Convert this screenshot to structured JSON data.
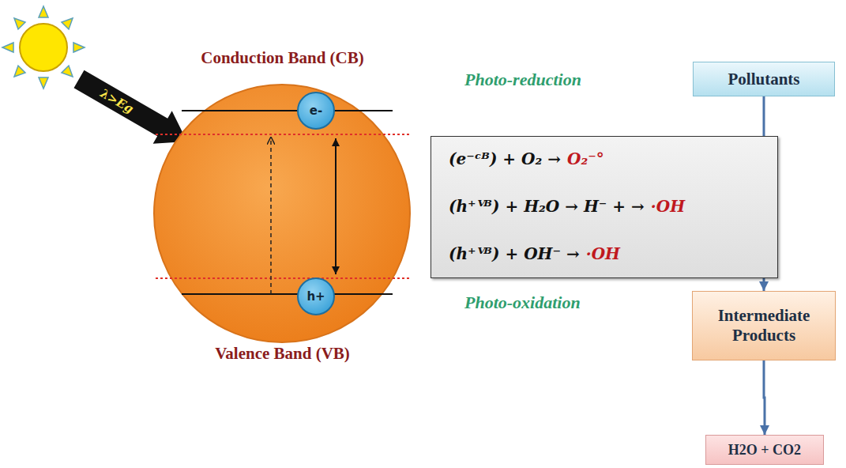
{
  "diagram": {
    "nodes": [
      {
        "text": [
          "Conduction Band (CB)",
          "Valence Band (VB)"
        ]
      },
      {
        "text": [
          "e-"
        ],
        "in": 0
      },
      {
        "text": [
          "h+"
        ],
        "in": 0
      },
      {
        "text": [
          "(e⁻ᶜᴮ) + O₂ →",
          "O₂⁻°",
          "(h⁺ⱽᴮ) + H₂O → H⁻ + →",
          "·OH",
          "(h⁺ⱽᴮ) + OH⁻ →",
          "·OH"
        ]
      },
      {
        "text": [
          "Pollutants"
        ]
      },
      {
        "text": [
          "Intermediate Products"
        ]
      },
      {
        "text": [
          "H2O + CO2"
        ]
      }
    ],
    "edges": [
      {
        "from": 4,
        "to": 5,
        "arrow": "to"
      },
      {
        "from": 5,
        "to": 6,
        "arrow": "to"
      }
    ],
    "labels": [
      "λ>Eg",
      "Photo-reduction",
      "Photo-oxidation"
    ]
  }
}
